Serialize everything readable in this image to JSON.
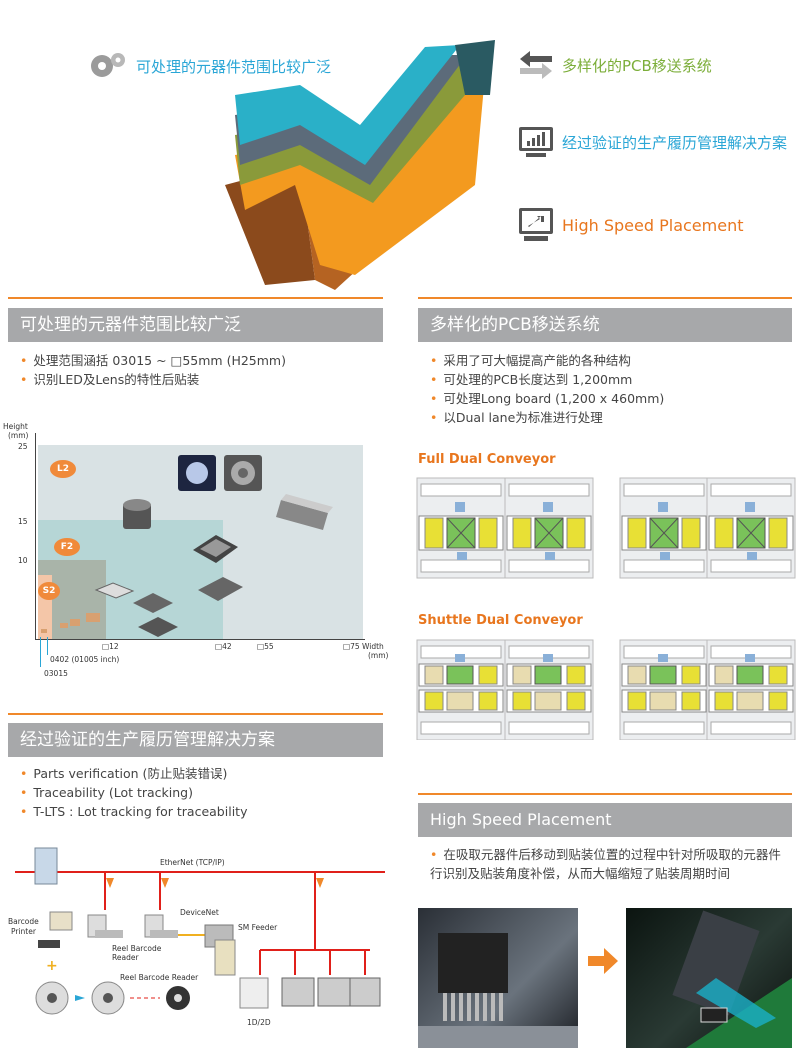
{
  "header": {
    "features": [
      {
        "label": "可处理的元器件范围比较广泛",
        "icon": "gears-icon",
        "color": "#2aa6d6"
      },
      {
        "label": "多样化的PCB移送系统",
        "icon": "swap-arrows-icon",
        "color": "#7cae3a"
      },
      {
        "label": "经过验证的生产履历管理解决方案",
        "icon": "monitor-chart-icon",
        "color": "#2aa6d6"
      },
      {
        "label": "High Speed Placement",
        "icon": "monitor-cursor-icon",
        "color": "#e8761e"
      }
    ]
  },
  "sections": {
    "range": {
      "title": "可处理的元器件范围比较广泛",
      "bullets": [
        "处理范围涵括 03015 ~ □55mm (H25mm)",
        "识别LED及Lens的特性后贴装"
      ],
      "graph": {
        "y_label_1": "Height",
        "y_label_2": "(mm)",
        "y_ticks": [
          "25",
          "15",
          "10"
        ],
        "x_ticks": [
          "□12",
          "□42",
          "□55",
          "□75"
        ],
        "x_label_1": "Width",
        "x_label_2": "(mm)",
        "zones": [
          "L2",
          "F2",
          "S2"
        ],
        "note_0402": "0402 (01005 inch)",
        "note_03015": "03015"
      }
    },
    "pcb": {
      "title": "多样化的PCB移送系统",
      "bullets": [
        "采用了可大幅提高产能的各种结构",
        "可处理的PCB长度达到 1,200mm",
        "可处理Long board (1,200 x 460mm)",
        "以Dual lane为标准进行处理"
      ],
      "conveyor_1": "Full Dual Conveyor",
      "conveyor_2": "Shuttle Dual Conveyor"
    },
    "trace": {
      "title": "经过验证的生产履历管理解决方案",
      "bullets": [
        "Parts verification (防止贴装错误)",
        "Traceability (Lot tracking)",
        "T-LTS : Lot tracking for traceability"
      ],
      "diagram": {
        "ethernet": "EtherNet (TCP/IP)",
        "barcode_printer_1": "Barcode",
        "barcode_printer_2": "Printer",
        "devicenet": "DeviceNet",
        "sm_feeder": "SM Feeder",
        "reel_reader_1": "Reel Barcode",
        "reel_reader_2": "Reader",
        "reel_reader_3": "Reel Barcode Reader",
        "reader_1d2d": "1D/2D"
      }
    },
    "speed": {
      "title": "High Speed Placement",
      "bullets": [
        "在吸取元器件后移动到贴装位置的过程中针对所吸取的元器件行识别及贴装角度补偿，从而大幅缩短了贴装周期时间"
      ]
    }
  }
}
